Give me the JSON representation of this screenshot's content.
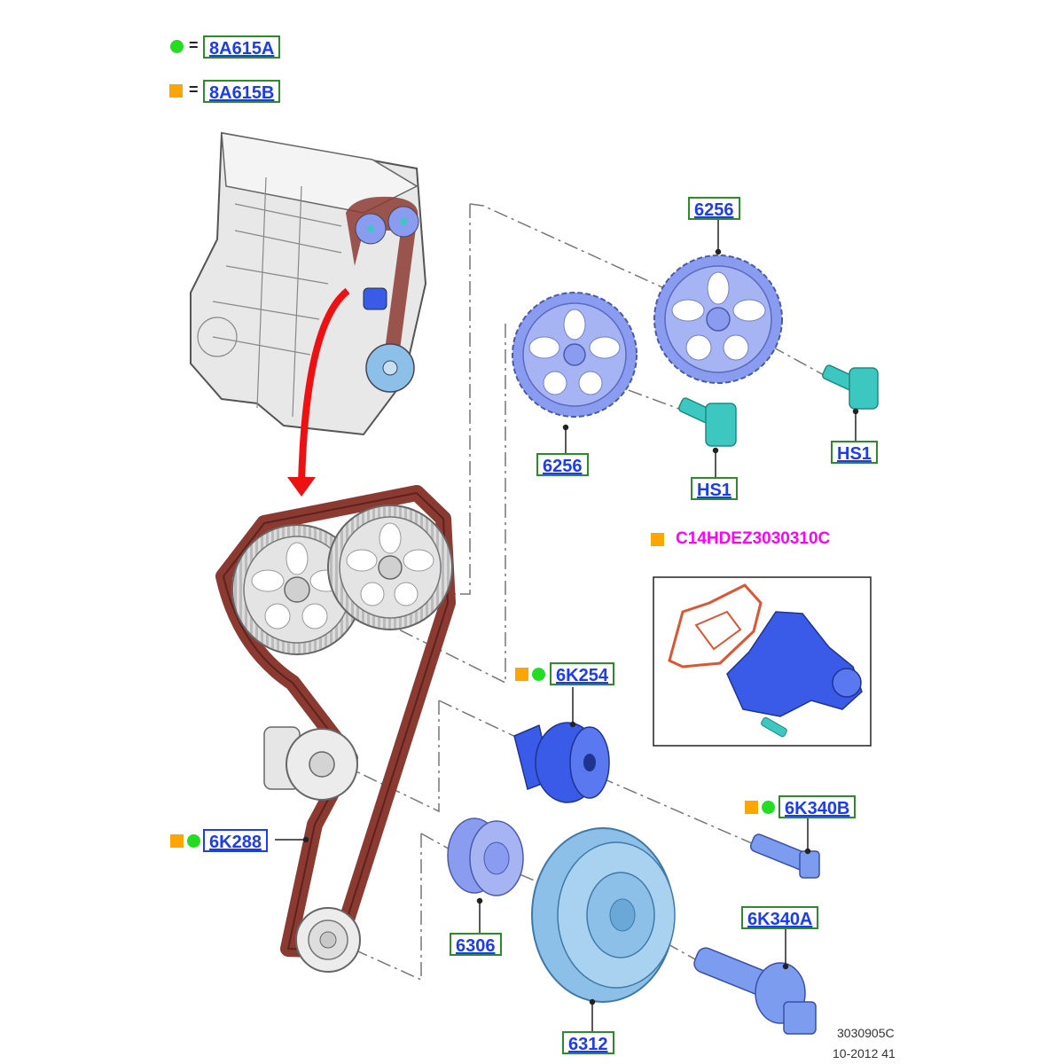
{
  "legend": [
    {
      "marker": "green-dot",
      "code": "8A615A"
    },
    {
      "marker": "orange-square",
      "code": "8A615B"
    }
  ],
  "callouts": {
    "cam_sprocket_right": "6256",
    "cam_sprocket_left": "6256",
    "bolt_right": "HS1",
    "bolt_left": "HS1",
    "tensioner": "6K254",
    "tensioner_bolt": "6K340B",
    "timing_belt": "6K288",
    "crank_sprocket": "6306",
    "crank_pulley": "6312",
    "crank_bolt": "6K340A"
  },
  "water_pump_kit": "C14HDEZ3030310C",
  "footer": {
    "id": "3030905C",
    "date": "10-2012 41"
  },
  "colors": {
    "sprocket": "#8a9cf0",
    "bolt": "#3cc8c0",
    "tensioner": "#3a5ae8",
    "pulley": "#8cc0e8",
    "belt": "#8b3a32",
    "green_marker": "#22dd22",
    "orange_marker": "#ffa500",
    "kit_label": "#ff00ff",
    "callout_text": "#1b3cf0",
    "callout_border": "#2d8a2d"
  }
}
